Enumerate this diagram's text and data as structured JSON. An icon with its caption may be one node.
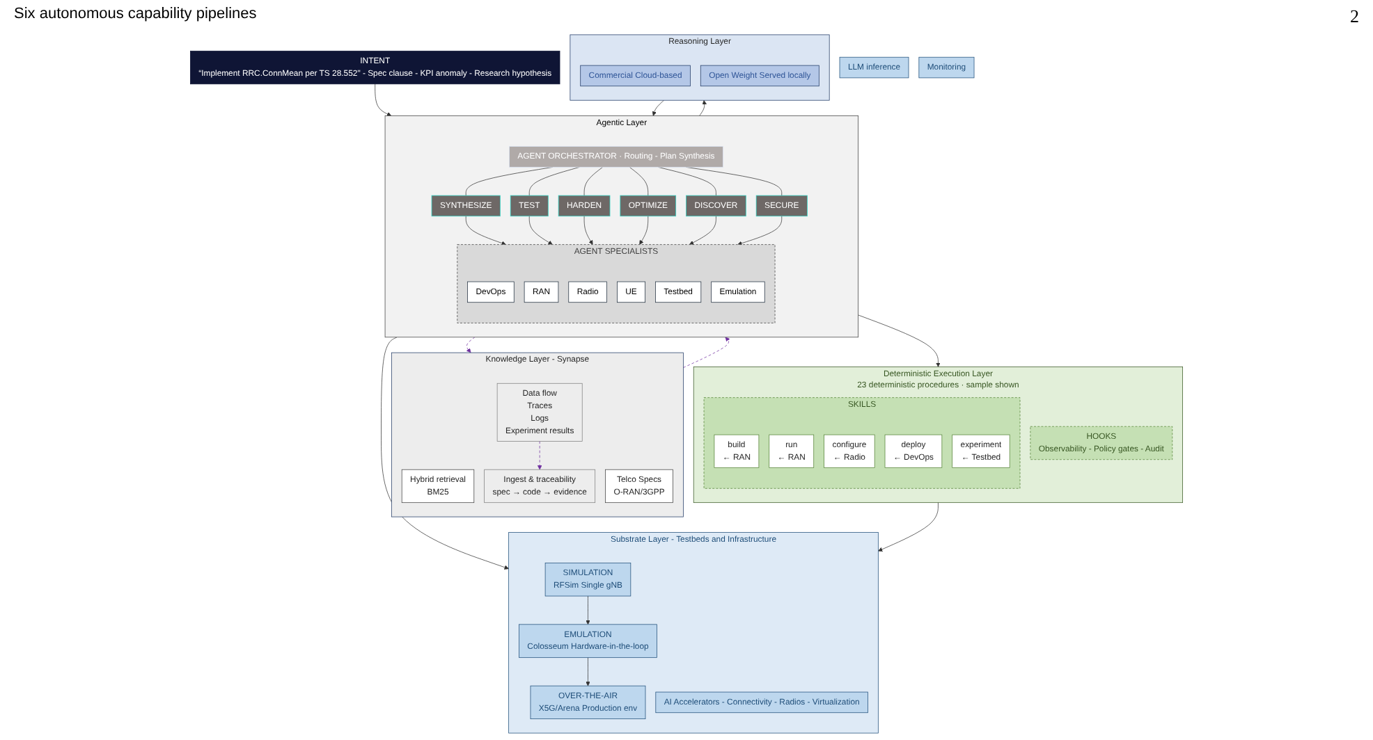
{
  "diagram": {
    "nodes": [
      {
        "text": [
          "INTENT",
          "“Implement RRC.ConnMean per TS 28.552\" - Spec clause - KPI anomaly - Research hypothesis"
        ]
      },
      {
        "text": [
          "Agentic Layer"
        ]
      },
      {
        "text": [
          "AGENT ORCHESTRATOR · Routing - Plan Synthesis"
        ],
        "in": 1
      },
      {
        "text": [
          "SYNTHESIZE"
        ],
        "in": 1
      },
      {
        "text": [
          "TEST"
        ],
        "in": 1
      },
      {
        "text": [
          "HARDEN"
        ],
        "in": 1
      },
      {
        "text": [
          "OPTIMIZE"
        ],
        "in": 1
      },
      {
        "text": [
          "DISCOVER"
        ],
        "in": 1
      },
      {
        "text": [
          "SECURE"
        ],
        "in": 1
      },
      {
        "text": [
          "AGENT SPECIALISTS"
        ],
        "in": 1
      },
      {
        "text": [
          "DevOps"
        ],
        "in": 9
      },
      {
        "text": [
          "RAN"
        ],
        "in": 9
      },
      {
        "text": [
          "Radio"
        ],
        "in": 9
      },
      {
        "text": [
          "UE"
        ],
        "in": 9
      },
      {
        "text": [
          "Testbed"
        ],
        "in": 9
      },
      {
        "text": [
          "Emulation"
        ],
        "in": 9
      },
      {
        "text": [
          "Knowledge Layer - Synapse"
        ]
      },
      {
        "text": [
          "Hybrid retrieval",
          "BM25"
        ],
        "in": 16
      },
      {
        "text": [
          "Telco Specs",
          "O-RAN/3GPP"
        ],
        "in": 16
      },
      {
        "text": [
          "Reasoning Layer"
        ]
      },
      {
        "text": [
          "Commercial Cloud-based"
        ],
        "in": 19
      },
      {
        "text": [
          "Open Weight Served locally"
        ],
        "in": 19
      },
      {
        "text": [
          "Deterministic Execution Layer",
          "23 deterministic procedures · sample shown"
        ]
      },
      {
        "text": [
          "SKILLS"
        ],
        "in": 22
      },
      {
        "text": [
          "build",
          "← RAN"
        ],
        "in": 23
      },
      {
        "text": [
          "run",
          "← RAN"
        ],
        "in": 23
      },
      {
        "text": [
          "configure",
          "← Radio"
        ],
        "in": 23
      },
      {
        "text": [
          "deploy",
          "← DevOps"
        ],
        "in": 23
      },
      {
        "text": [
          "experiment",
          "← Testbed"
        ],
        "in": 23
      },
      {
        "text": [
          "HOOKS",
          "Observability - Policy gates - Audit"
        ],
        "in": 22
      },
      {
        "text": [
          "Substrate Layer - Testbeds and Infrastructure"
        ]
      },
      {
        "text": [
          "SIMULATION",
          "RFSim Single gNB"
        ],
        "in": 30
      },
      {
        "text": [
          "EMULATION",
          "Colosseum Hardware-in-the-loop"
        ],
        "in": 30
      },
      {
        "text": [
          "OVER-THE-AIR",
          "X5G/Arena Production env"
        ],
        "in": 30
      },
      {
        "text": [
          "AI Accelerators - Connectivity - Radios - Virtualization"
        ],
        "in": 30
      },
      {
        "text": [
          "LLM inference"
        ]
      },
      {
        "text": [
          "Monitoring"
        ]
      },
      {
        "text": [
          "Ingest & traceability",
          "spec → code → evidence"
        ],
        "in": 16
      },
      {
        "text": [
          "Data flow",
          "Traces",
          "Logs",
          "Experiment results"
        ],
        "in": 16
      }
    ],
    "edges": [
      {
        "from": 0,
        "to": 1,
        "arrow": "to"
      },
      {
        "from": 2,
        "to": 3,
        "arrow": "none"
      },
      {
        "from": 2,
        "to": 4,
        "arrow": "none"
      },
      {
        "from": 2,
        "to": 5,
        "arrow": "none"
      },
      {
        "from": 2,
        "to": 6,
        "arrow": "none"
      },
      {
        "from": 2,
        "to": 7,
        "arrow": "none"
      },
      {
        "from": 2,
        "to": 8,
        "arrow": "none"
      },
      {
        "from": 3,
        "to": 9,
        "arrow": "to"
      },
      {
        "from": 4,
        "to": 9,
        "arrow": "to"
      },
      {
        "from": 5,
        "to": 9,
        "arrow": "to"
      },
      {
        "from": 6,
        "to": 9,
        "arrow": "to"
      },
      {
        "from": 7,
        "to": 9,
        "arrow": "to"
      },
      {
        "from": 8,
        "to": 9,
        "arrow": "to"
      },
      {
        "from": 1,
        "to": 16,
        "arrow": "to",
        "style": "dashed",
        "color": "#7030a0"
      },
      {
        "from": 16,
        "to": 1,
        "arrow": "to",
        "style": "dashed",
        "color": "#7030a0"
      },
      {
        "from": 1,
        "to": 19,
        "arrow": "to"
      },
      {
        "from": 19,
        "to": 1,
        "arrow": "to"
      },
      {
        "from": 1,
        "to": 22,
        "arrow": "to"
      },
      {
        "from": 1,
        "to": 30,
        "arrow": "to"
      },
      {
        "from": 22,
        "to": 30,
        "arrow": "to"
      },
      {
        "from": 31,
        "to": 32,
        "arrow": "to"
      },
      {
        "from": 32,
        "to": 33,
        "arrow": "to"
      },
      {
        "from": 38,
        "to": 37,
        "arrow": "to",
        "style": "dashed",
        "color": "#7030a0"
      }
    ],
    "labels": [
      "2",
      "Six autonomous capability pipelines"
    ]
  }
}
